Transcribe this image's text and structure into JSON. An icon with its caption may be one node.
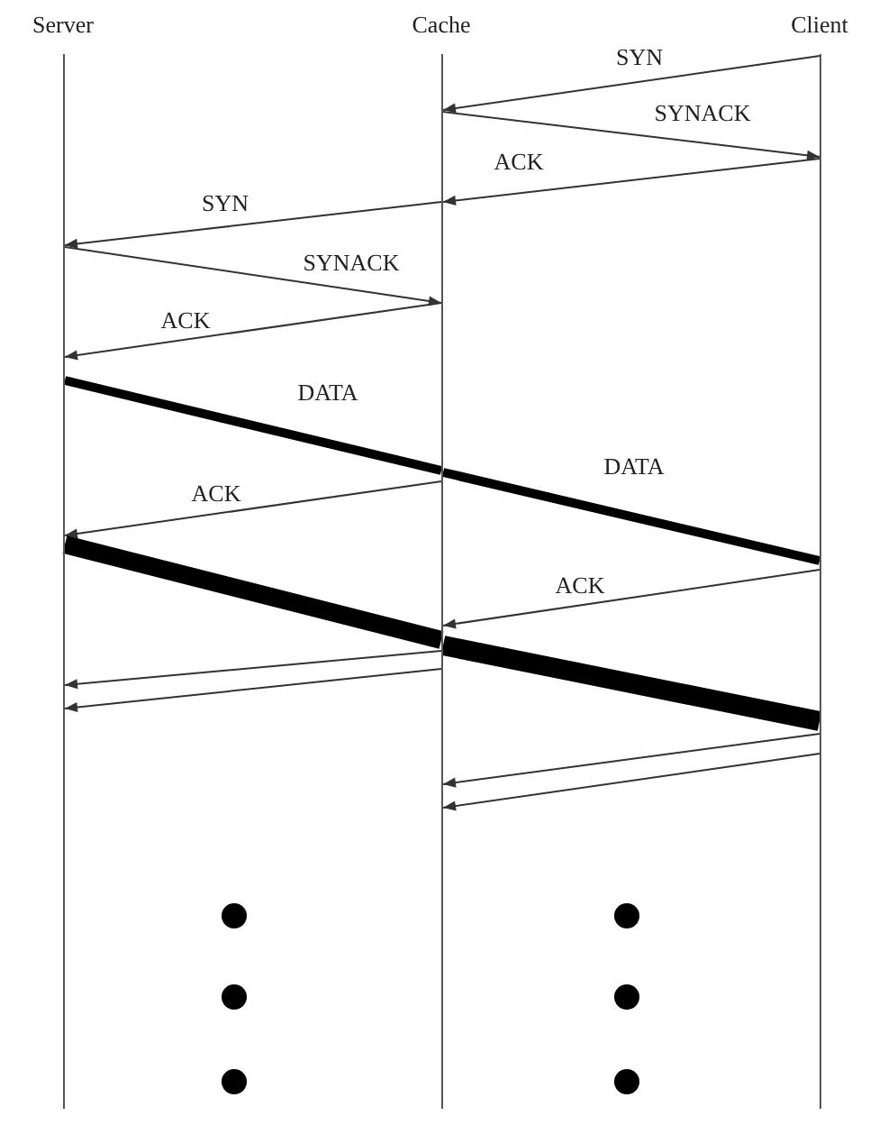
{
  "diagram": {
    "nodes": [
      {
        "text": [
          "Server"
        ]
      },
      {
        "text": [
          "Cache"
        ]
      },
      {
        "text": [
          "Client"
        ]
      }
    ],
    "edges": [
      {
        "from": 2,
        "to": 1,
        "arrow": "to",
        "label": "SYN"
      },
      {
        "from": 1,
        "to": 2,
        "arrow": "to",
        "label": "SYNACK"
      },
      {
        "from": 2,
        "to": 1,
        "arrow": "to",
        "label": "ACK"
      },
      {
        "from": 1,
        "to": 0,
        "arrow": "to",
        "label": "SYN"
      },
      {
        "from": 0,
        "to": 1,
        "arrow": "to",
        "label": "SYNACK"
      },
      {
        "from": 1,
        "to": 0,
        "arrow": "to",
        "label": "ACK"
      },
      {
        "from": 0,
        "to": 1,
        "arrow": "none",
        "label": "DATA",
        "style": "thick"
      },
      {
        "from": 1,
        "to": 2,
        "arrow": "none",
        "label": "DATA",
        "style": "thick"
      },
      {
        "from": 1,
        "to": 0,
        "arrow": "to",
        "label": "ACK"
      },
      {
        "from": 2,
        "to": 1,
        "arrow": "to",
        "label": "ACK"
      },
      {
        "from": 0,
        "to": 1,
        "arrow": "none",
        "style": "thick"
      },
      {
        "from": 1,
        "to": 2,
        "arrow": "none",
        "style": "thick"
      },
      {
        "from": 1,
        "to": 0,
        "arrow": "to"
      },
      {
        "from": 1,
        "to": 0,
        "arrow": "to"
      },
      {
        "from": 2,
        "to": 1,
        "arrow": "to"
      },
      {
        "from": 2,
        "to": 1,
        "arrow": "to"
      }
    ]
  }
}
